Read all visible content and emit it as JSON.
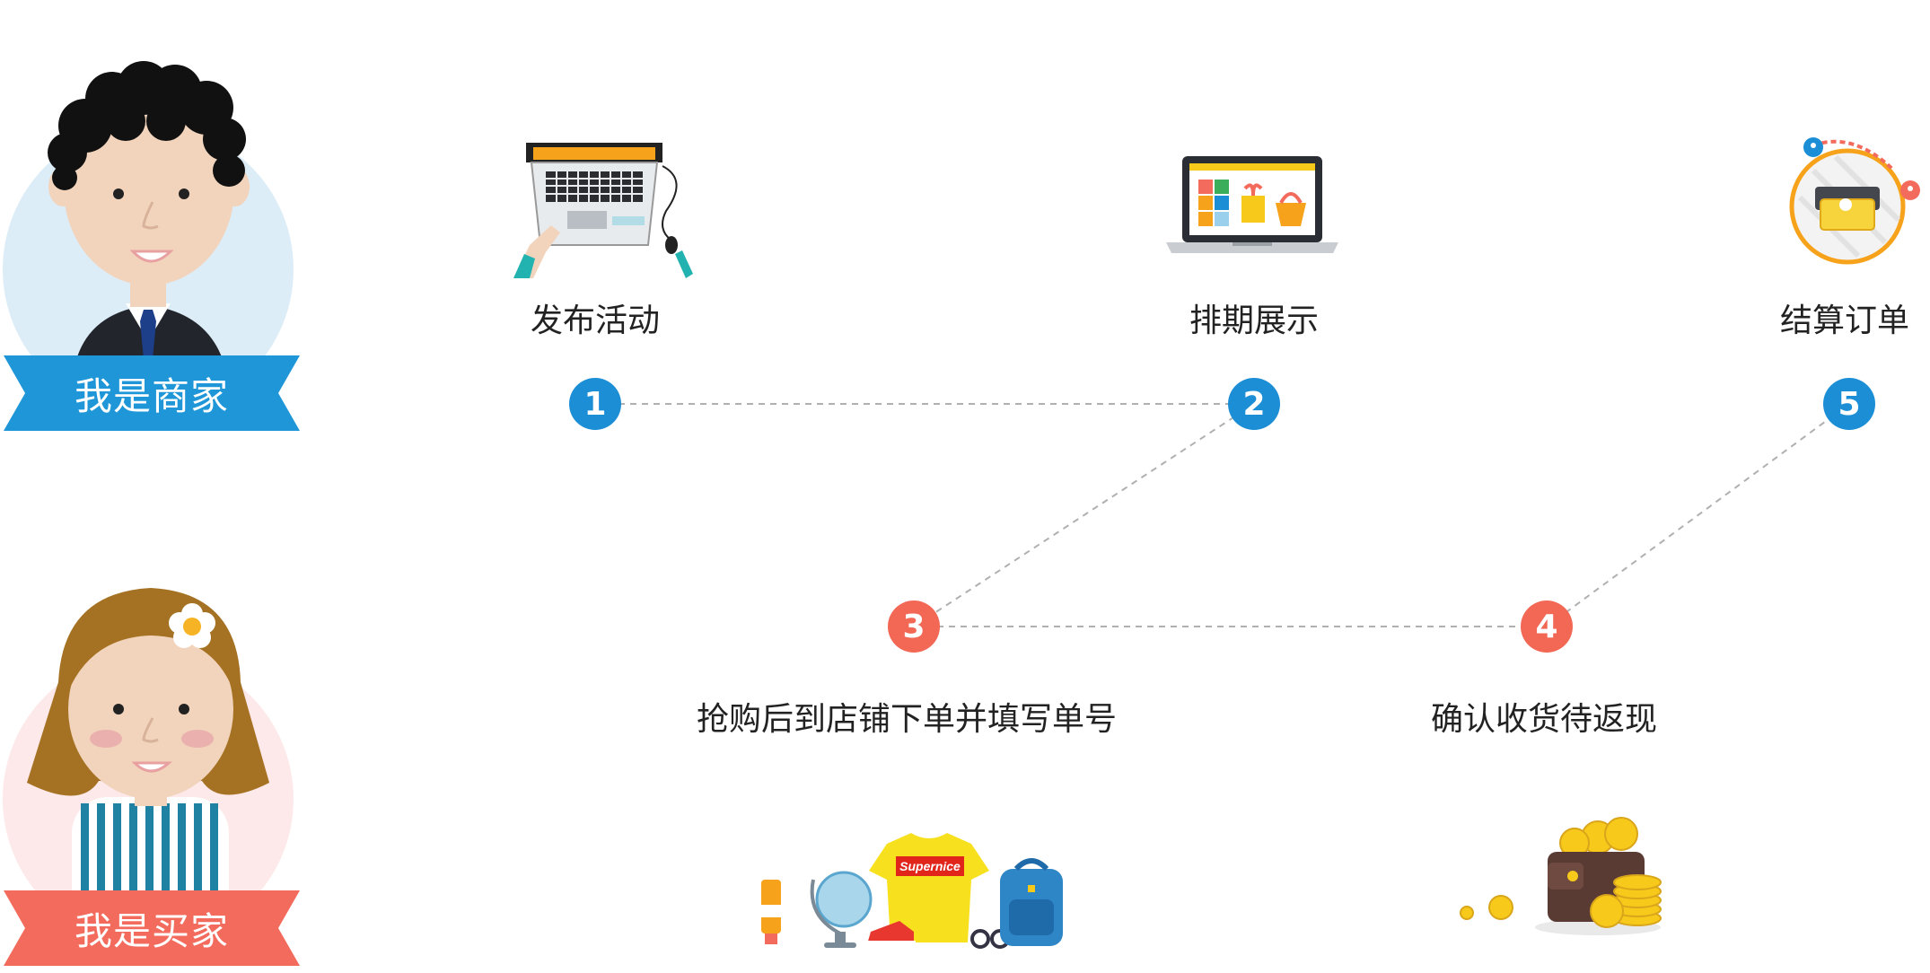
{
  "roles": {
    "seller": {
      "label": "我是商家",
      "color": "#1e96d8"
    },
    "buyer": {
      "label": "我是买家",
      "color": "#f36b5d"
    }
  },
  "steps": [
    {
      "number": "1",
      "label": "发布活动",
      "role": "seller",
      "icon": "laptop-typing-icon"
    },
    {
      "number": "2",
      "label": "排期展示",
      "role": "seller",
      "icon": "laptop-shop-icon"
    },
    {
      "number": "3",
      "label": "抢购后到店铺下单并填写单号",
      "role": "buyer",
      "icon": "goods-shopping-icon"
    },
    {
      "number": "4",
      "label": "确认收货待返现",
      "role": "buyer",
      "icon": "wallet-coins-icon"
    },
    {
      "number": "5",
      "label": "结算订单",
      "role": "seller",
      "icon": "card-settlement-icon"
    }
  ],
  "goods_brand": "Supernice",
  "colors": {
    "seller_step": "#1c8ed6",
    "buyer_step": "#f26855",
    "connector": "#aaaaaa"
  }
}
